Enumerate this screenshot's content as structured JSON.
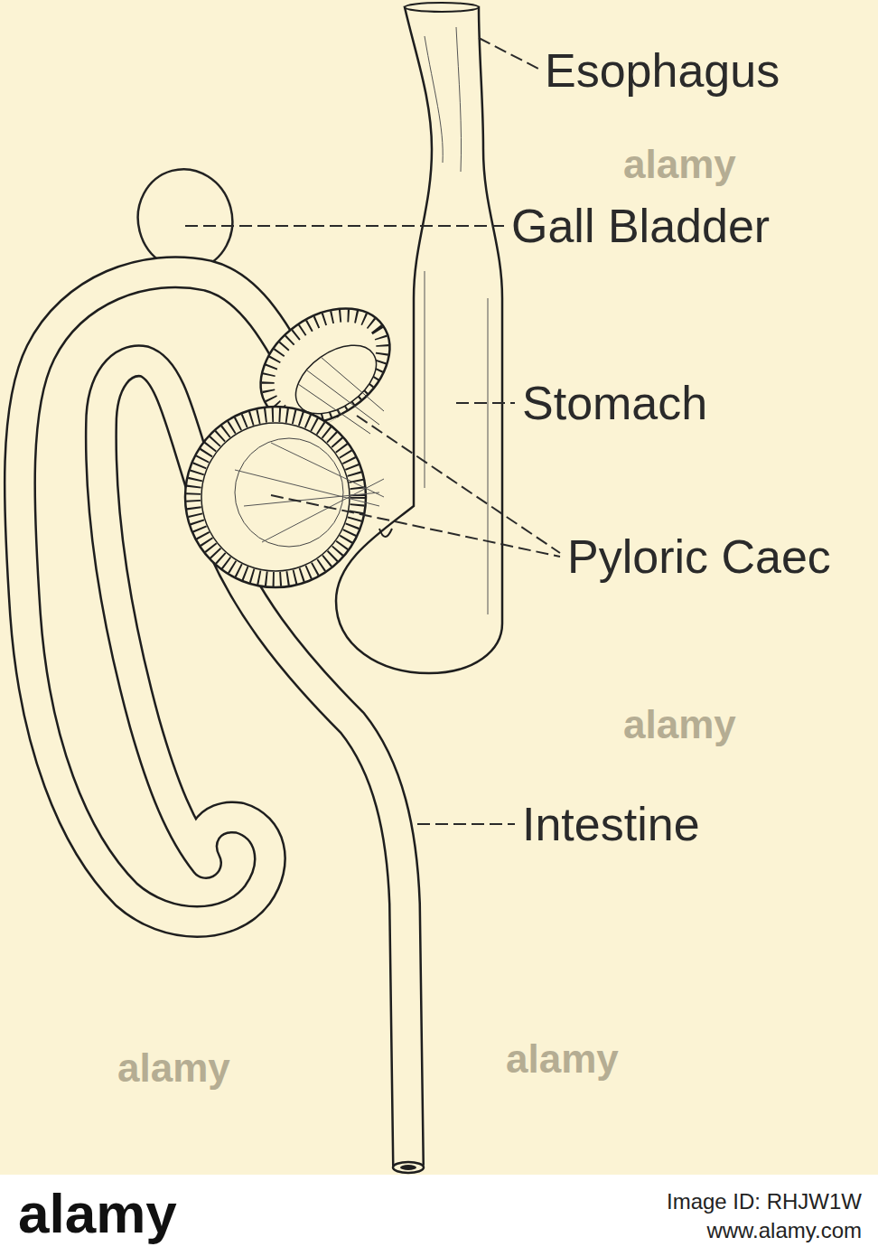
{
  "diagram": {
    "labels": [
      "Esophagus",
      "Gall Bladder",
      "Stomach",
      "Pyloric Caec",
      "Intestine",
      "alamy",
      "alamy",
      "alamy",
      "alamy",
      "alamy",
      "Image ID: RHJW1W",
      "www.alamy.com"
    ]
  }
}
